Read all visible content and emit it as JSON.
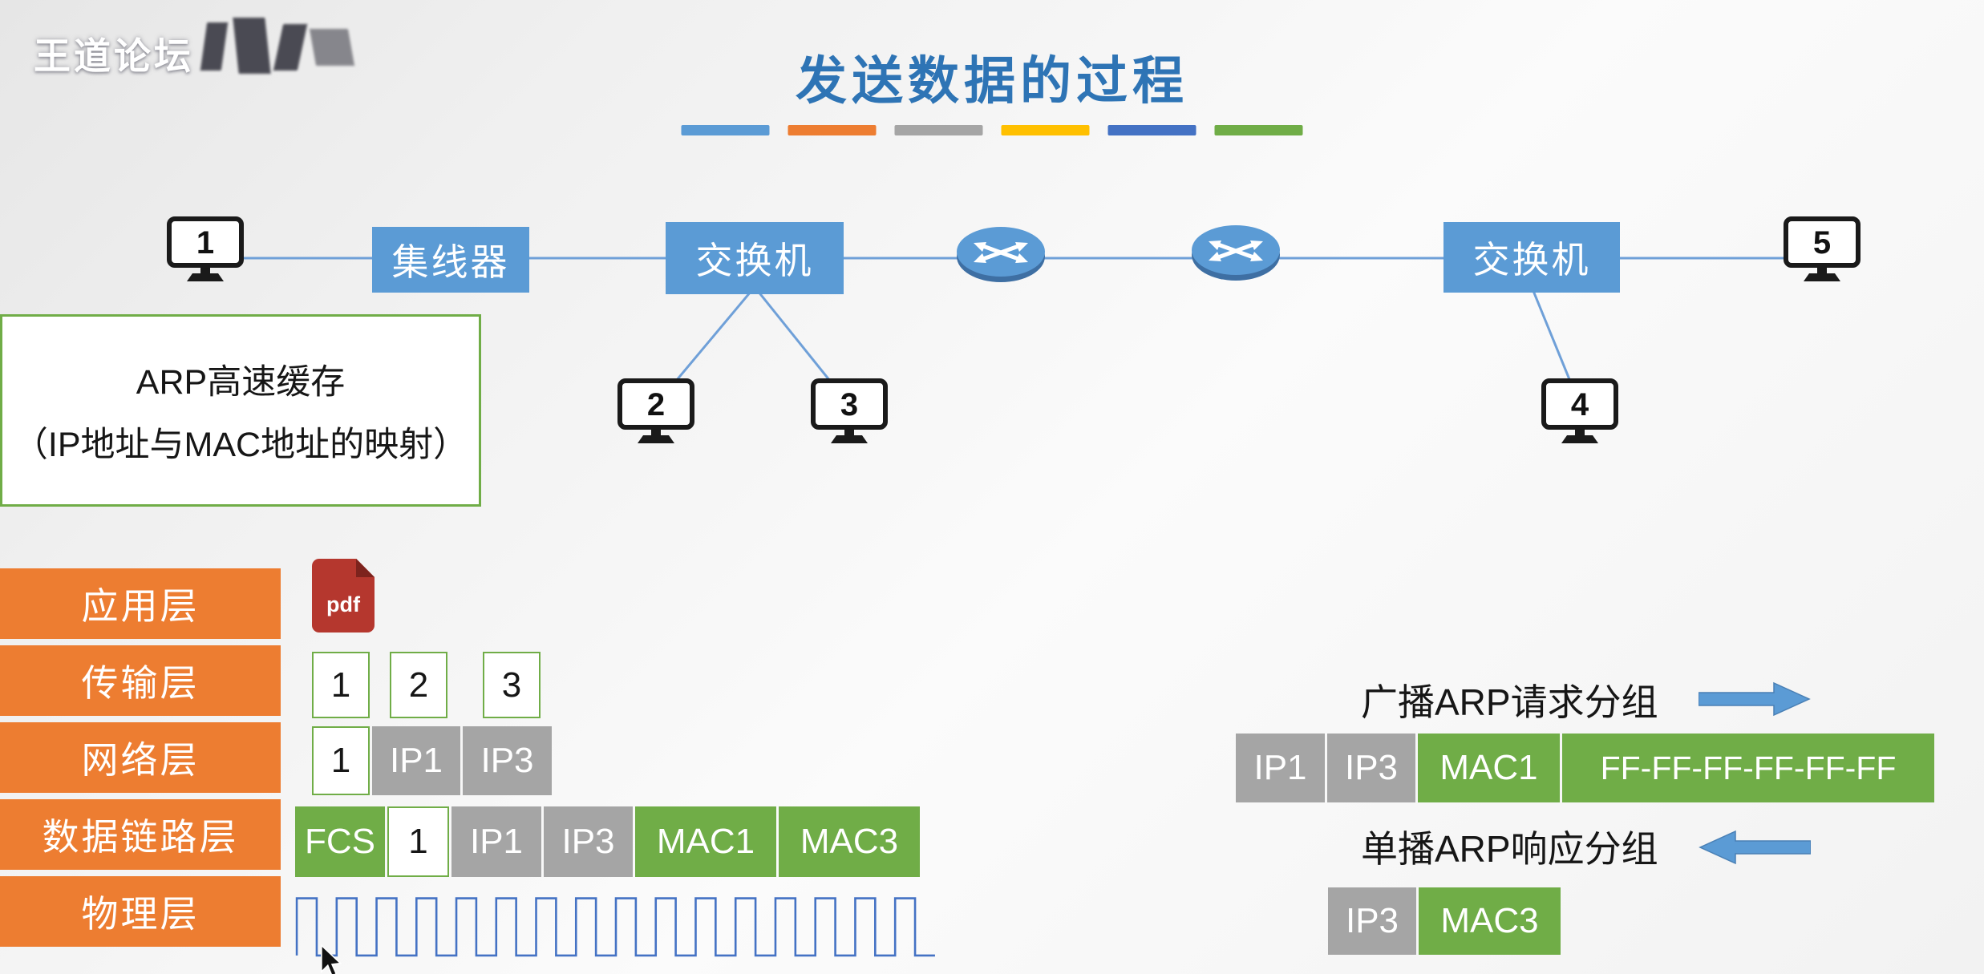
{
  "brand": "王道论坛",
  "title": "发送数据的过程",
  "divider_colors": [
    "#5B9BD5",
    "#ED7D31",
    "#A5A5A5",
    "#FFC000",
    "#4472C4",
    "#70AD47"
  ],
  "topology": {
    "hub_label": "集线器",
    "switch1_label": "交换机",
    "switch2_label": "交换机",
    "hosts": [
      {
        "label": "1"
      },
      {
        "label": "2"
      },
      {
        "label": "3"
      },
      {
        "label": "4"
      },
      {
        "label": "5"
      }
    ]
  },
  "arp_cache_note": {
    "line1": "ARP高速缓存",
    "line2": "（IP地址与MAC地址的映射）"
  },
  "protocol_stack": {
    "layers": [
      "应用层",
      "传输层",
      "网络层",
      "数据链路层",
      "物理层"
    ]
  },
  "encapsulation": {
    "file_icon": "pdf",
    "transport_segments": [
      "1",
      "2",
      "3"
    ],
    "network_cells": [
      {
        "label": "1",
        "type": "white"
      },
      {
        "label": "IP1",
        "type": "gray"
      },
      {
        "label": "IP3",
        "type": "gray"
      }
    ],
    "datalink_cells": [
      {
        "label": "FCS",
        "type": "green"
      },
      {
        "label": "1",
        "type": "white"
      },
      {
        "label": "IP1",
        "type": "gray"
      },
      {
        "label": "IP3",
        "type": "gray"
      },
      {
        "label": "MAC1",
        "type": "green"
      },
      {
        "label": "MAC3",
        "type": "green"
      }
    ]
  },
  "arp_request": {
    "caption": "广播ARP请求分组",
    "cells": [
      {
        "label": "IP1",
        "type": "gray"
      },
      {
        "label": "IP3",
        "type": "gray"
      },
      {
        "label": "MAC1",
        "type": "green"
      },
      {
        "label": "FF-FF-FF-FF-FF-FF",
        "type": "green"
      }
    ]
  },
  "arp_response": {
    "caption": "单播ARP响应分组",
    "cells": [
      {
        "label": "IP3",
        "type": "gray"
      },
      {
        "label": "MAC3",
        "type": "green"
      }
    ]
  },
  "colors": {
    "title_blue": "#2E74B5",
    "device_blue": "#5B9BD5",
    "layer_orange": "#ED7D31",
    "cell_gray": "#A5A5A5",
    "cell_green": "#70AD47",
    "line_blue": "#6FA0D8",
    "arrow_blue": "#5B9BD5",
    "pdf_red": "#B5372E"
  }
}
